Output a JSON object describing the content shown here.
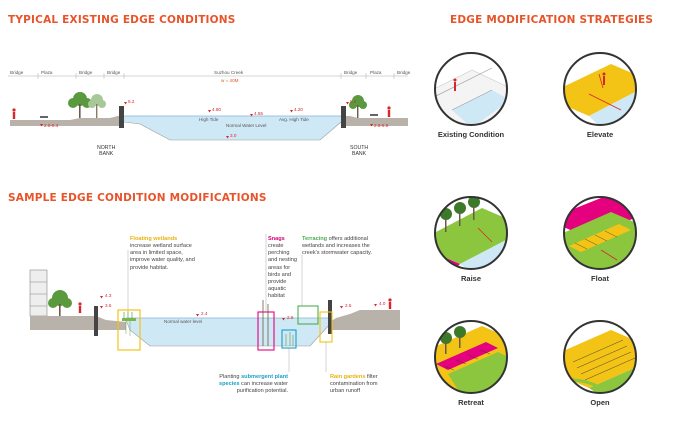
{
  "headings": {
    "existing": "TYPICAL EXISTING EDGE CONDITIONS",
    "sample": "SAMPLE EDGE CONDITION MODIFICATIONS",
    "strategies": "EDGE MODIFICATION STRATEGIES"
  },
  "existing_section": {
    "top_labels": [
      "Bridge",
      "Plaza",
      "Bridge",
      "Bridge",
      "Suzhou Creek",
      "Bridge",
      "Plaza",
      "Bridge"
    ],
    "width_label": "w = 40M",
    "elevations": [
      "5.2",
      "4.80",
      "4.55",
      "4.20",
      "3.0",
      "5.2",
      "2.5-5.4",
      "2.5-5.9"
    ],
    "water_labels": [
      "High Tide",
      "Normal Water Level",
      "Avg. High Tide"
    ],
    "north_bank": "NORTH\nBANK",
    "south_bank": "SOUTH\nBANK"
  },
  "sample_section": {
    "elevations": [
      "4.3",
      "3.6",
      "2.4",
      "2.8",
      "2.5",
      "4.0"
    ],
    "water_label": "Normal water level",
    "notes": {
      "floating_wetlands_title": "Floating wetlands",
      "floating_wetlands_text": " increase wetland surface area in limited space, improve water quality, and provide habitat.",
      "snags_title": "Snags",
      "snags_text": " create perching and nesting areas for birds and provide aquatic habitat",
      "terracing_title": "Terracing",
      "terracing_text": " offers additional wetlands and increases the creek's stormwater capacity.",
      "planting_pre": "Planting ",
      "planting_title": "submergent plant species",
      "planting_text": " can increase water purification potential.",
      "rain_title": "Rain gardens",
      "rain_text": " filter contamination from urban runoff"
    }
  },
  "strategies": [
    {
      "label": "Existing Condition",
      "icon": "existing-condition-icon"
    },
    {
      "label": "Elevate",
      "icon": "elevate-icon"
    },
    {
      "label": "Raise",
      "icon": "raise-icon"
    },
    {
      "label": "Float",
      "icon": "float-icon"
    },
    {
      "label": "Retreat",
      "icon": "retreat-icon"
    },
    {
      "label": "Open",
      "icon": "open-icon"
    }
  ],
  "colors": {
    "accent": "#e8542a",
    "water": "#cfe8f5",
    "water_line": "#7fb9d9",
    "tree": "#5a9a3e",
    "yellow": "#f3c316",
    "magenta": "#e5007e",
    "green_field": "#8cc63f",
    "ground": "#b9b2aa",
    "note_yellow": "#e9b10c",
    "note_magenta": "#d6006f",
    "note_cyan": "#1aa0c8",
    "note_green": "#4caf50"
  }
}
